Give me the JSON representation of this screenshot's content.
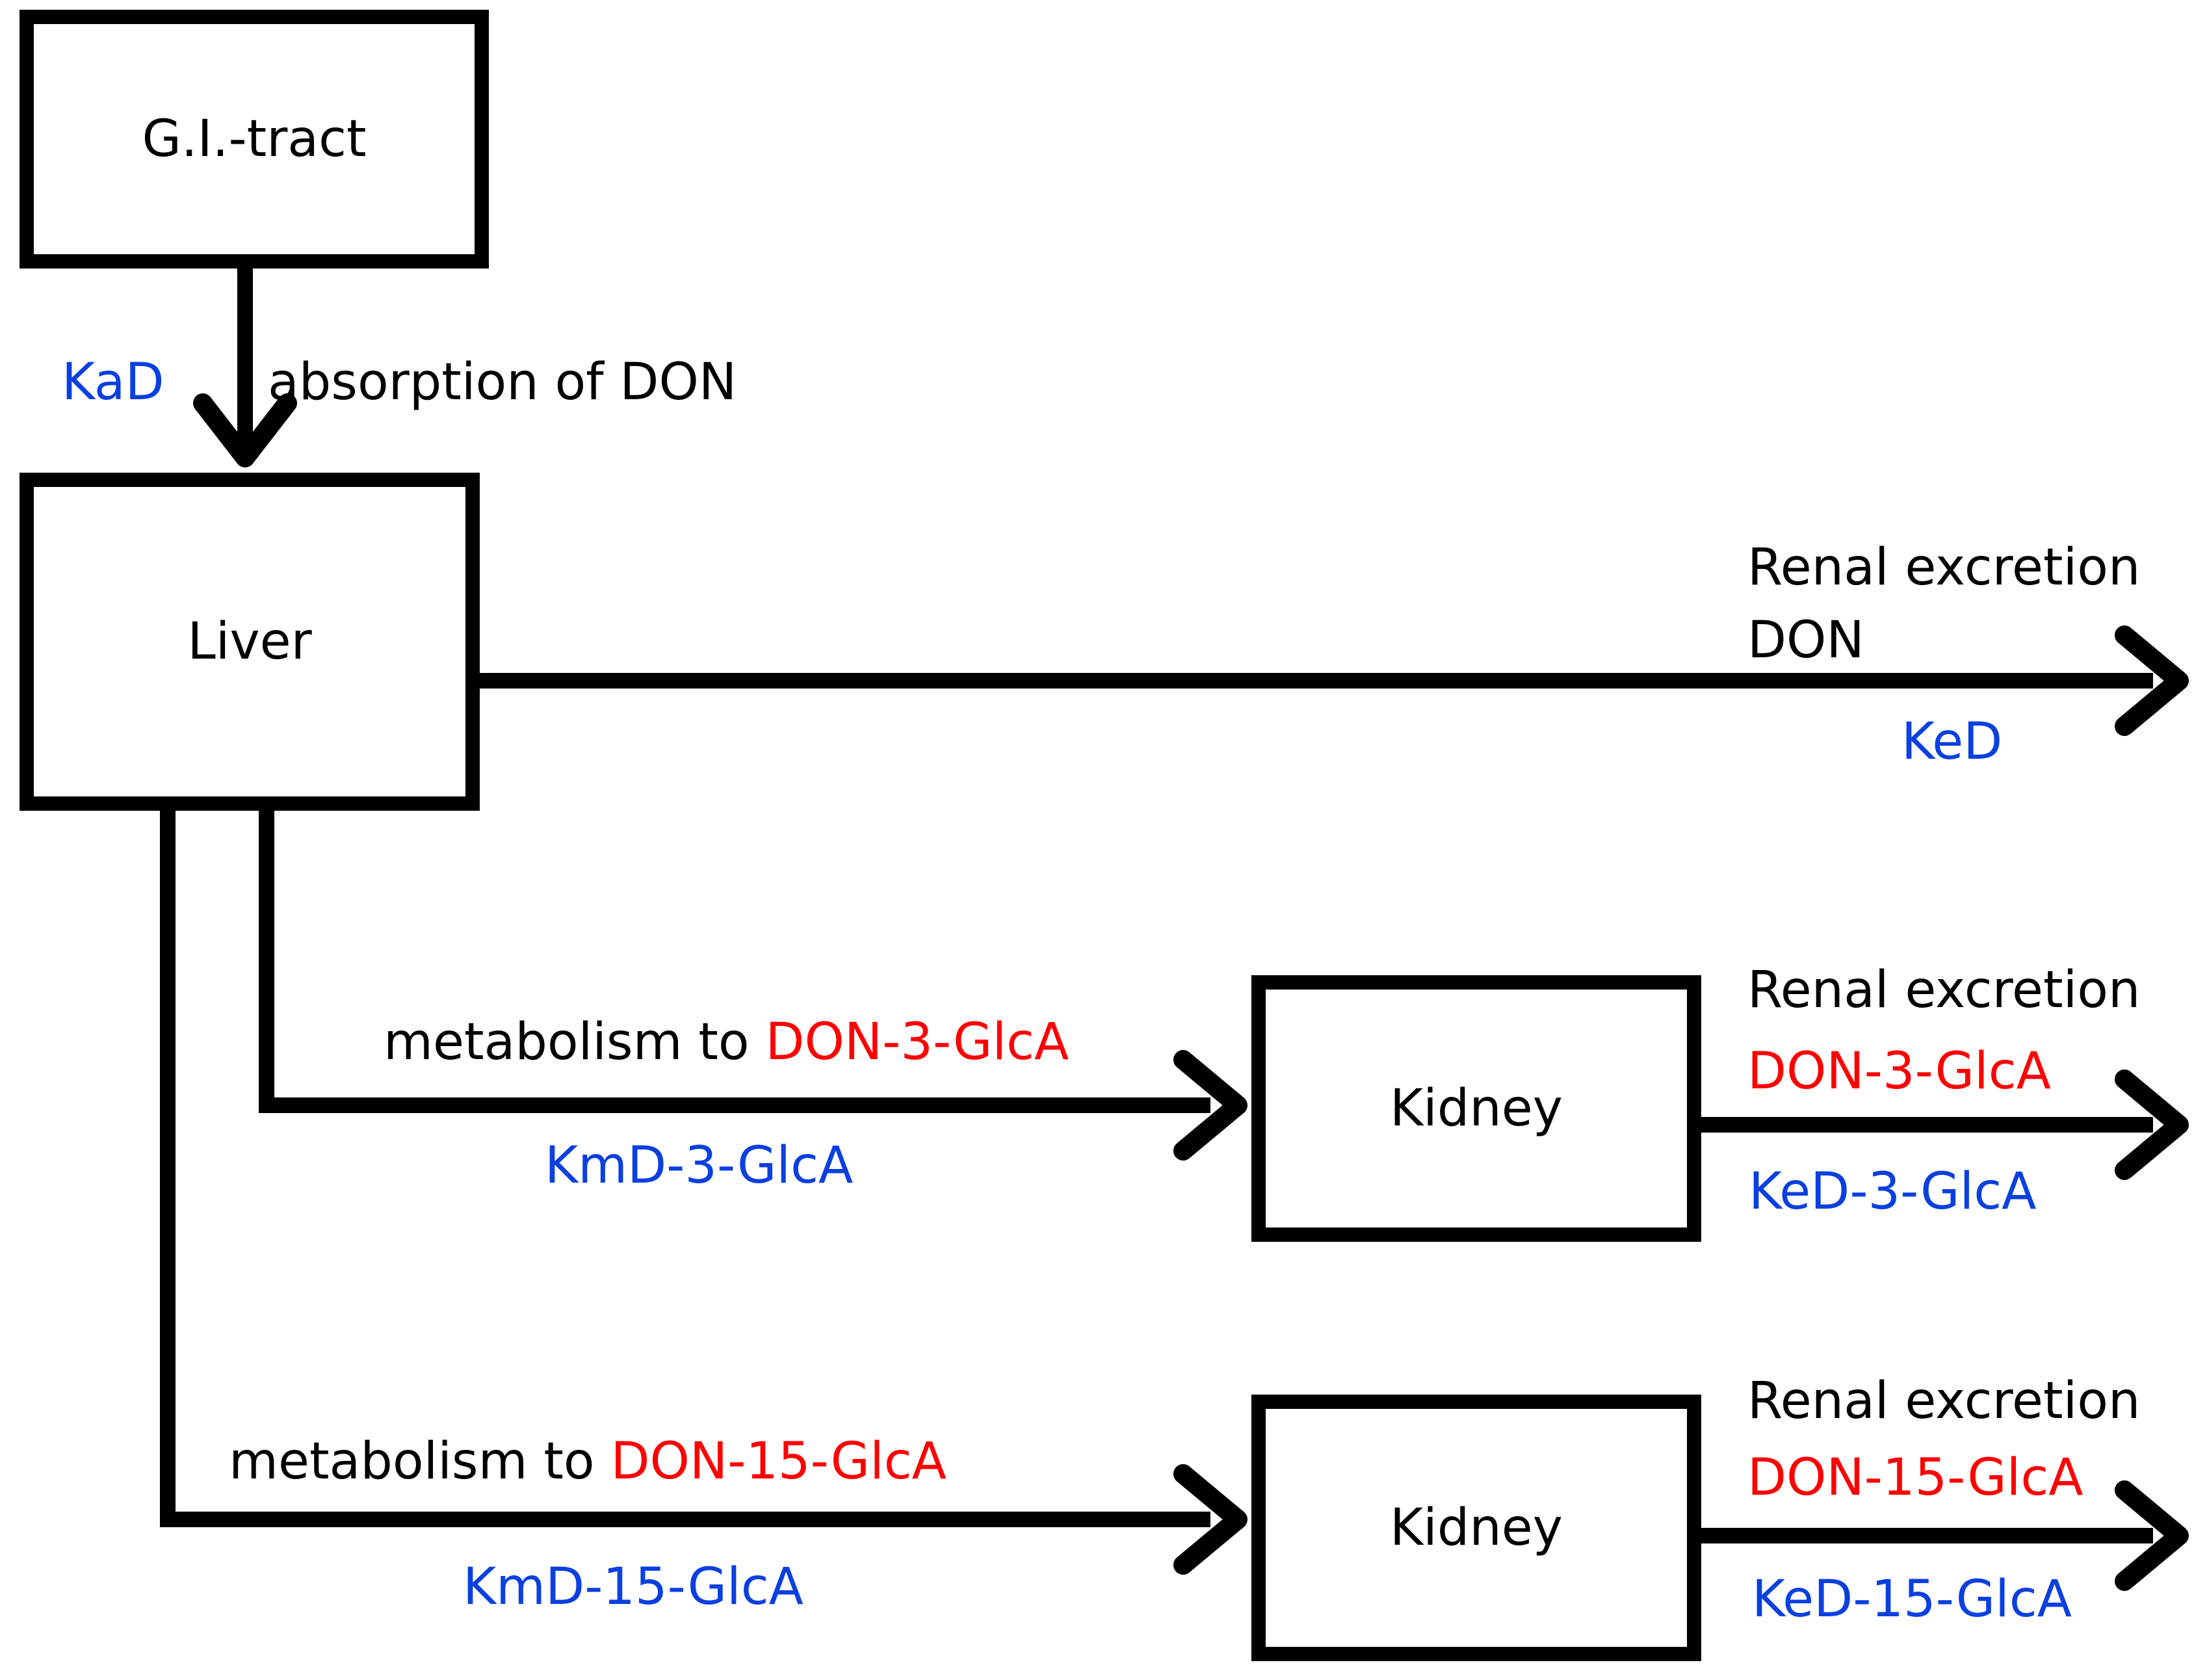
{
  "colors": {
    "line": "#000000",
    "text": "#000000",
    "metabolite_red": "#fe0000",
    "rate_constant_blue": "#0a40e0",
    "background": "#ffffff"
  },
  "boxes": {
    "gi_tract": {
      "label": "G.I.-tract"
    },
    "liver": {
      "label": "Liver"
    },
    "kidney_don3": {
      "label": "Kidney"
    },
    "kidney_don15": {
      "label": "Kidney"
    }
  },
  "arrows": {
    "absorption": {
      "rate_constant": "KaD",
      "description": "absorption of DON"
    },
    "renal_excretion_don": {
      "line1": "Renal excretion",
      "line2": "DON",
      "rate_constant": "KeD"
    },
    "metabolism_don3": {
      "description": "metabolism to",
      "metabolite": "DON-3-GlcA",
      "rate_constant": "KmD-3-GlcA"
    },
    "renal_excretion_don3": {
      "line1": "Renal excretion",
      "line2": "DON-3-GlcA",
      "rate_constant": "KeD-3-GlcA"
    },
    "metabolism_don15": {
      "description": "metabolism to",
      "metabolite": "DON-15-GlcA",
      "rate_constant": "KmD-15-GlcA"
    },
    "renal_excretion_don15": {
      "line1": "Renal excretion",
      "line2": "DON-15-GlcA",
      "rate_constant": "KeD-15-GlcA"
    }
  }
}
